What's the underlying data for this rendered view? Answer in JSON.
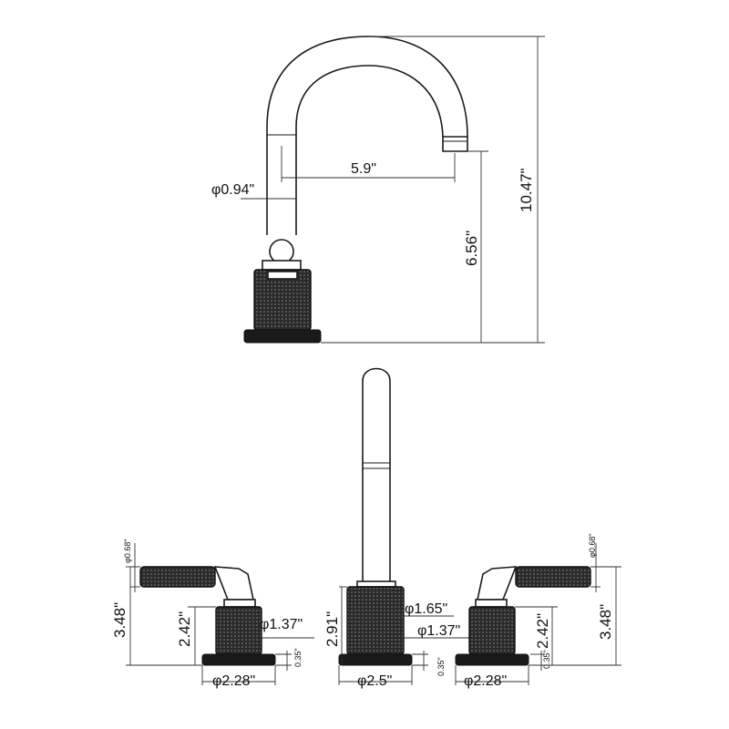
{
  "side_view": {
    "pipe_diameter": "φ0.94\"",
    "spout_reach": "5.9\"",
    "spout_height": "6.56\"",
    "total_height": "10.47\""
  },
  "front_view": {
    "left_handle": {
      "lever_diameter": "φ0.68\"",
      "lever_height": "3.48\"",
      "body_height": "2.42\"",
      "body_diameter": "φ1.37\"",
      "base_thickness": "0.35\"",
      "base_diameter": "φ2.28\""
    },
    "center_spout": {
      "body_height": "2.91\"",
      "collar_diameter": "φ1.65\"",
      "body_diameter": "φ1.37\"",
      "base_thickness": "0.35\"",
      "base_diameter": "φ2.5\""
    },
    "right_handle": {
      "lever_diameter": "φ0.68\"",
      "lever_height": "3.48\"",
      "body_height": "2.42\"",
      "base_thickness": "0.35\"",
      "base_diameter": "φ2.28\""
    }
  }
}
